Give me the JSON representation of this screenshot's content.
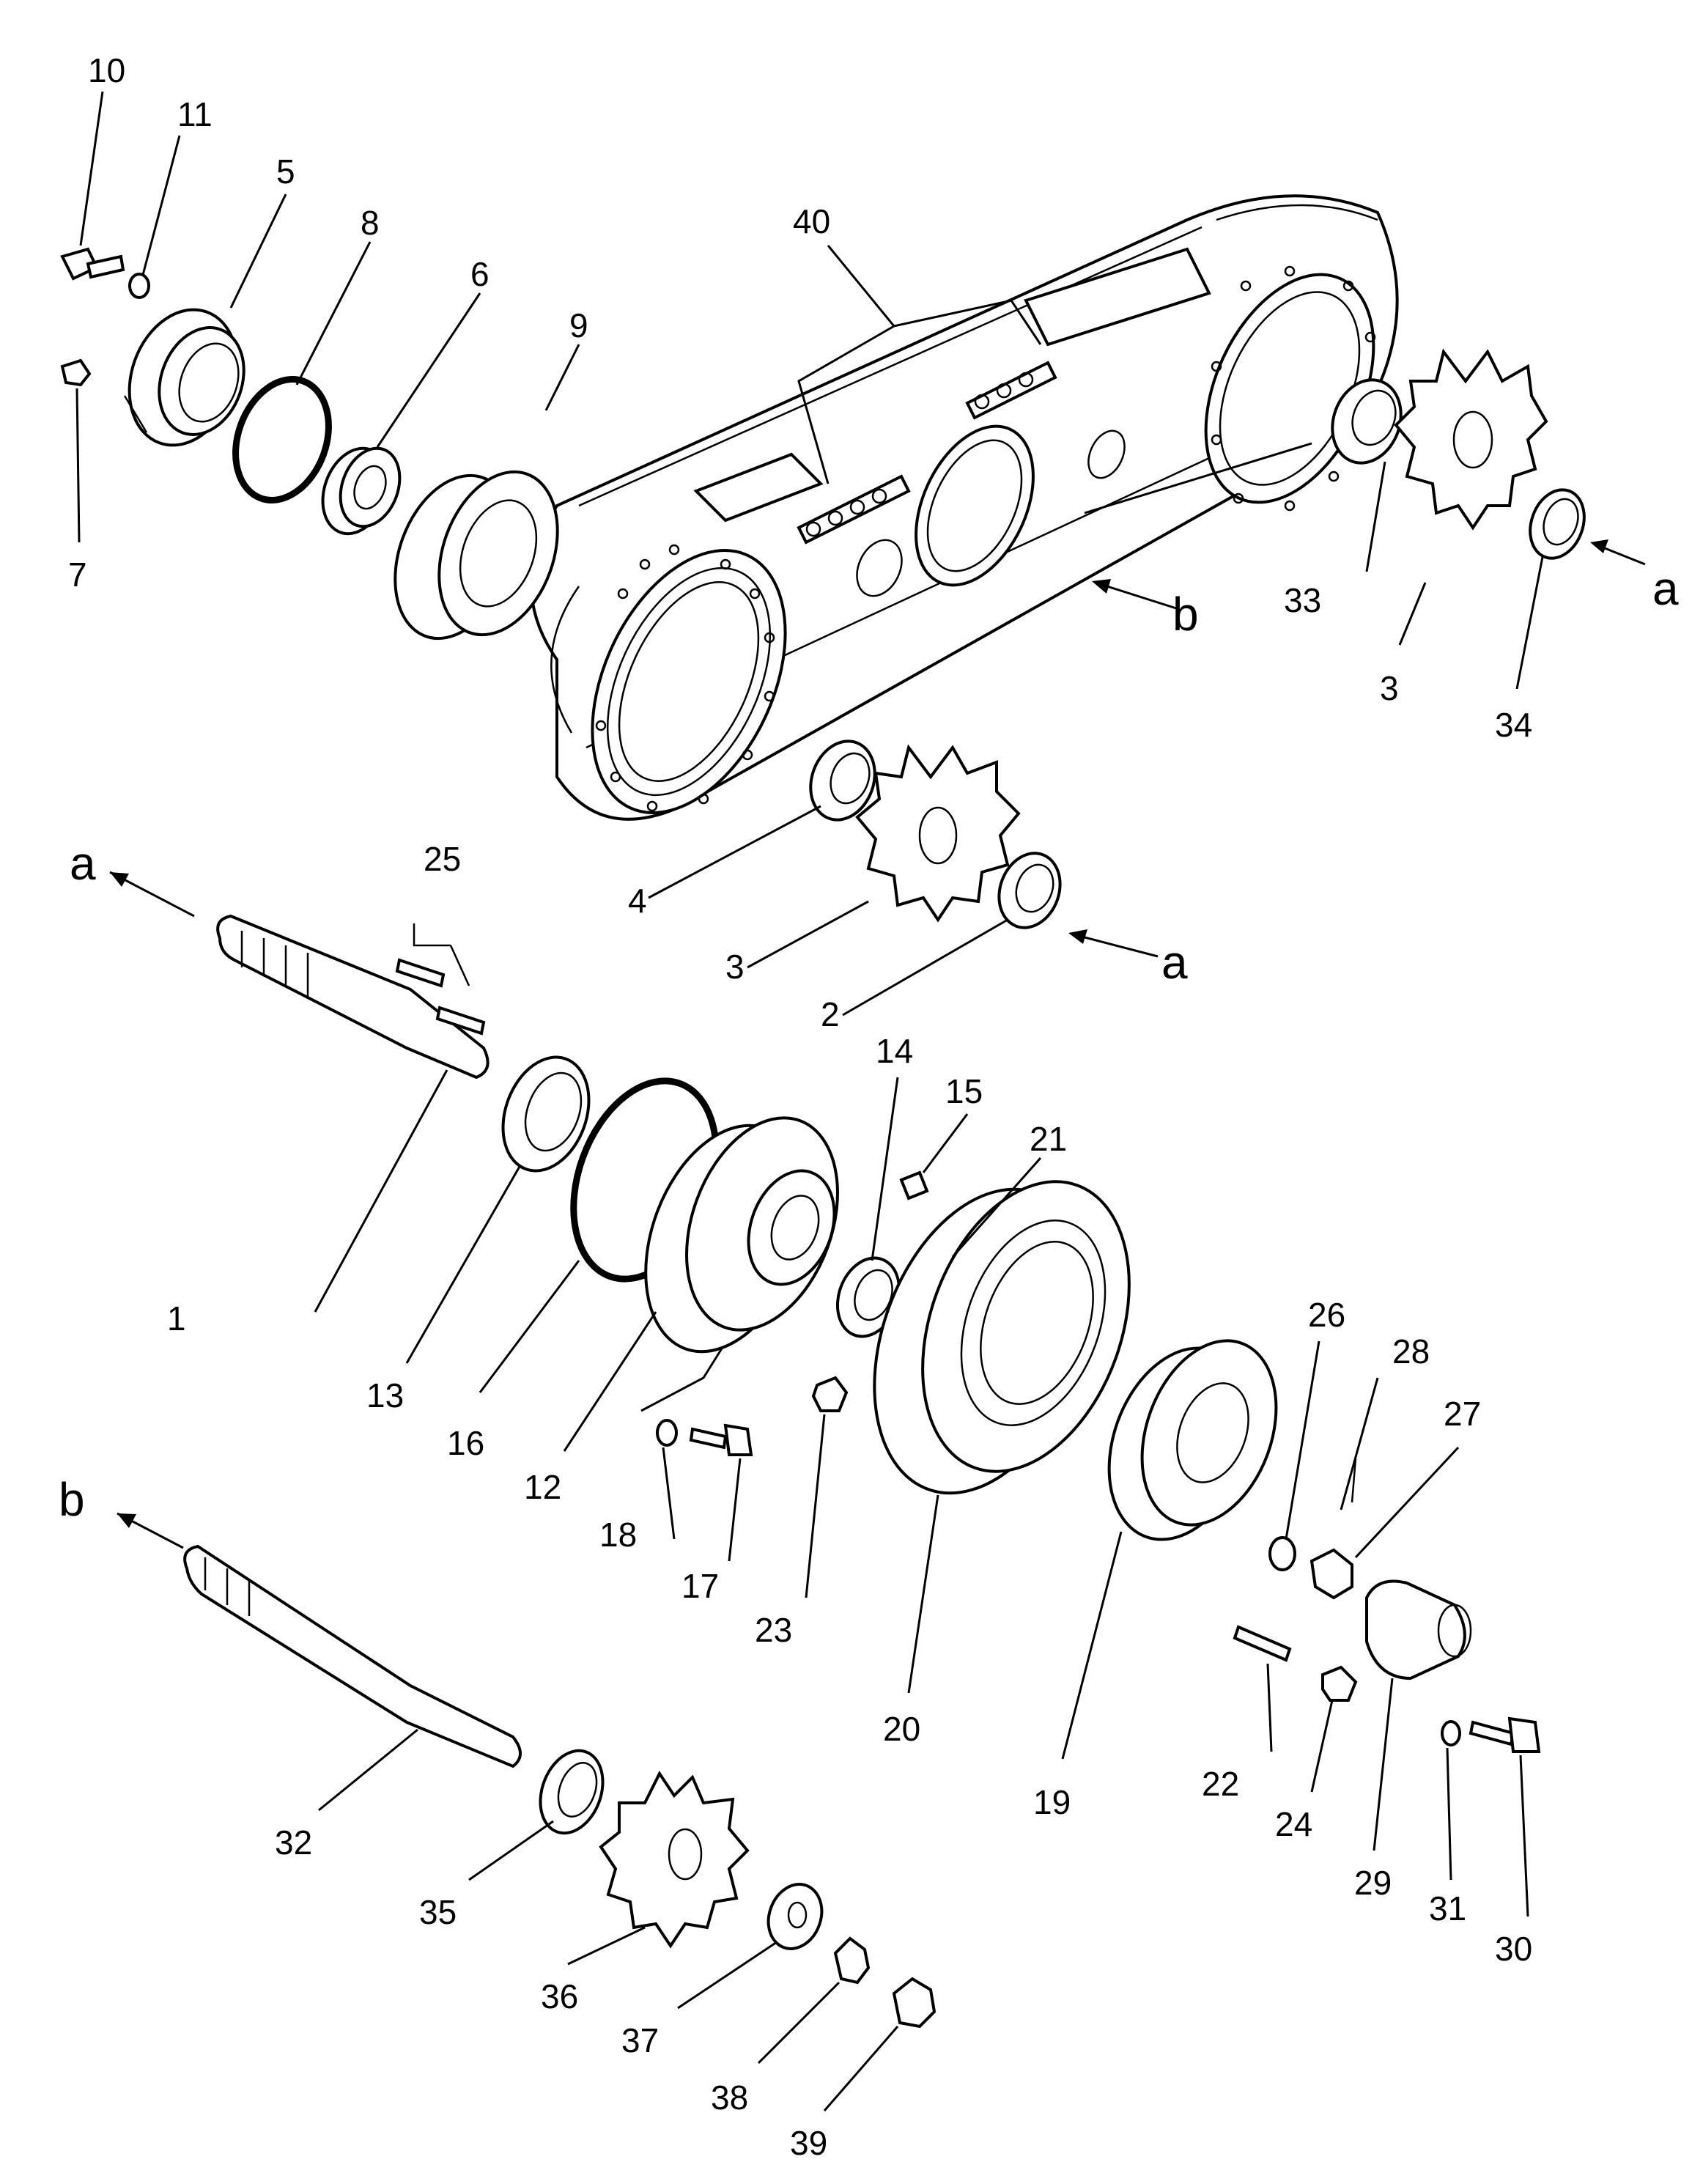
{
  "diagram": {
    "callouts": [
      "1",
      "2",
      "3",
      "3",
      "4",
      "5",
      "6",
      "7",
      "8",
      "9",
      "10",
      "11",
      "12",
      "13",
      "14",
      "15",
      "16",
      "17",
      "18",
      "19",
      "20",
      "21",
      "22",
      "23",
      "24",
      "25",
      "26",
      "27",
      "28",
      "29",
      "30",
      "31",
      "32",
      "33",
      "34",
      "35",
      "36",
      "37",
      "38",
      "39",
      "40"
    ],
    "connection_refs": {
      "a1": "a",
      "a2": "a",
      "a3": "a",
      "b1": "b",
      "b2": "b"
    }
  }
}
